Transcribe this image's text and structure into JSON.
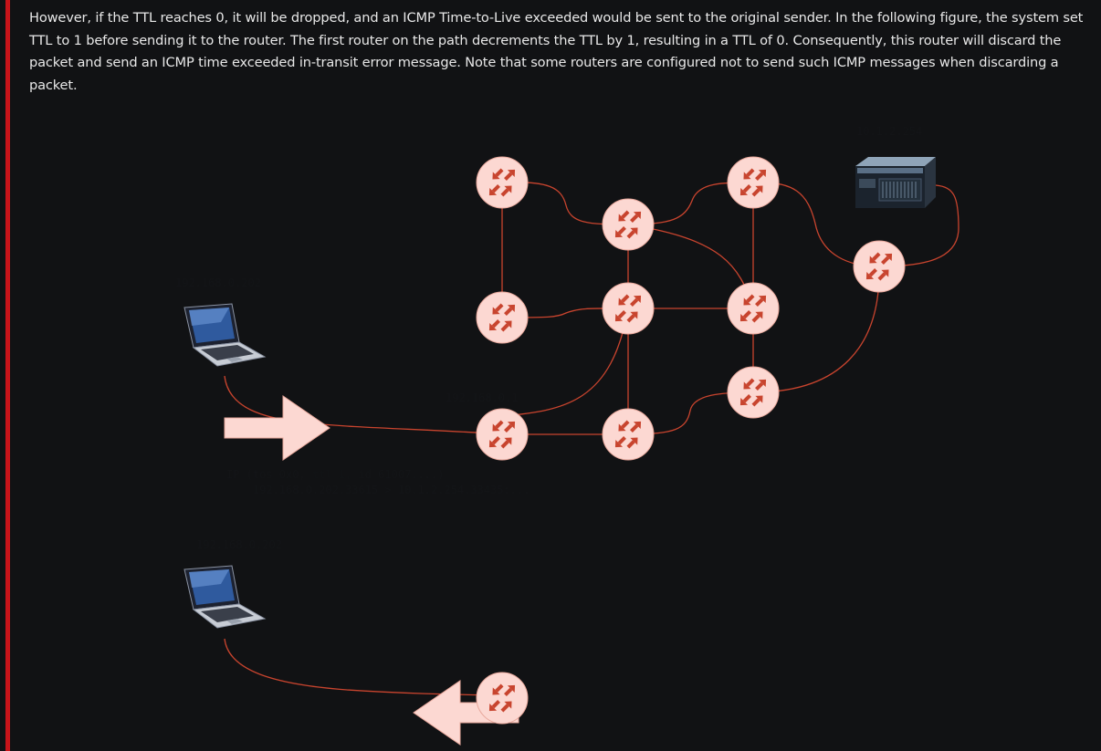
{
  "page": {
    "paragraph": "However, if the TTL reaches 0, it will be dropped, and an ICMP Time-to-Live exceeded would be sent to the original sender. In the following figure, the system set TTL to 1 before sending it to the router. The first router on the path decrements the TTL by 1, resulting in a TTL of 0. Consequently, this router will discard the packet and send an ICMP time exceeded in-transit error message. Note that some routers are configured not to send such ICMP messages when discarding a packet."
  },
  "figure": {
    "top_host_label": "192.168.0.202",
    "gateway_label": "192.168.0.1",
    "server_label": "10.1.2.254",
    "packet_line1_prefix": "IP (tos 0x0, ",
    "packet_line1_bold": "ttl 1,",
    "packet_line1_suffix": " id 61007....)",
    "packet_line2": "    192.168.0.202.33615 > 10.1.2.254.33435:...",
    "bottom_host_label": "192.168.0.202"
  },
  "colors": {
    "accent": "#c8141a",
    "link": "#c8442e",
    "router_fill": "#fcd8d2",
    "arrow_fill": "#fcd8d2",
    "background": "#111214"
  },
  "icons": {
    "router": "router-icon",
    "laptop": "laptop-icon",
    "server": "server-icon"
  }
}
